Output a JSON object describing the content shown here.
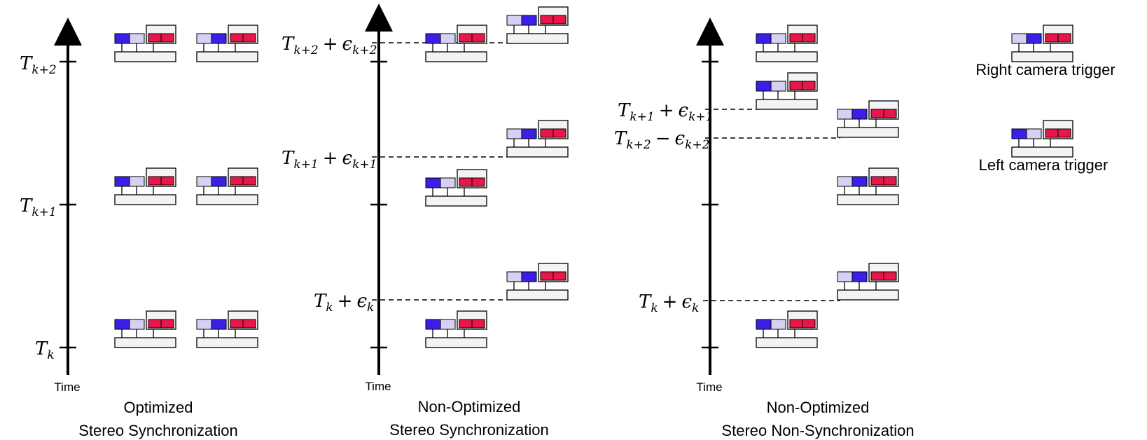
{
  "time_label": "Time",
  "panels": [
    {
      "caption_line1": "Optimized",
      "caption_line2": "Stereo Synchronization",
      "ticks": [
        {
          "base": "T",
          "sub": "k+2"
        },
        {
          "base": "T",
          "sub": "k+1"
        },
        {
          "base": "T",
          "sub": "k"
        }
      ]
    },
    {
      "caption_line1": "Non-Optimized",
      "caption_line2": "Stereo Synchronization",
      "events": [
        {
          "base": "T",
          "sub": "k+2",
          "op": "+",
          "eps": "ϵ",
          "eps_sub": "k+2"
        },
        {
          "base": "T",
          "sub": "k+1",
          "op": "+",
          "eps": "ϵ",
          "eps_sub": "k+1"
        },
        {
          "base": "T",
          "sub": "k",
          "op": "+",
          "eps": "ϵ",
          "eps_sub": "k"
        }
      ]
    },
    {
      "caption_line1": "Non-Optimized",
      "caption_line2": "Stereo Non-Synchronization",
      "events": [
        {
          "base": "T",
          "sub": "k+1",
          "op": "+",
          "eps": "ϵ",
          "eps_sub": "k+1"
        },
        {
          "base": "T",
          "sub": "k+2",
          "op": "−",
          "eps": "ϵ",
          "eps_sub": "k+2"
        },
        {
          "base": "T",
          "sub": "k",
          "op": "+",
          "eps": "ϵ",
          "eps_sub": "k"
        }
      ]
    }
  ],
  "legend": {
    "right_label": "Right camera trigger",
    "left_label": "Left camera trigger"
  },
  "colors": {
    "camera_active": "#3a1fe6",
    "camera_idle": "#d6d1f2",
    "sensor_red": "#e8164a",
    "panel_fill": "#f1f3f5",
    "line": "#000000"
  }
}
